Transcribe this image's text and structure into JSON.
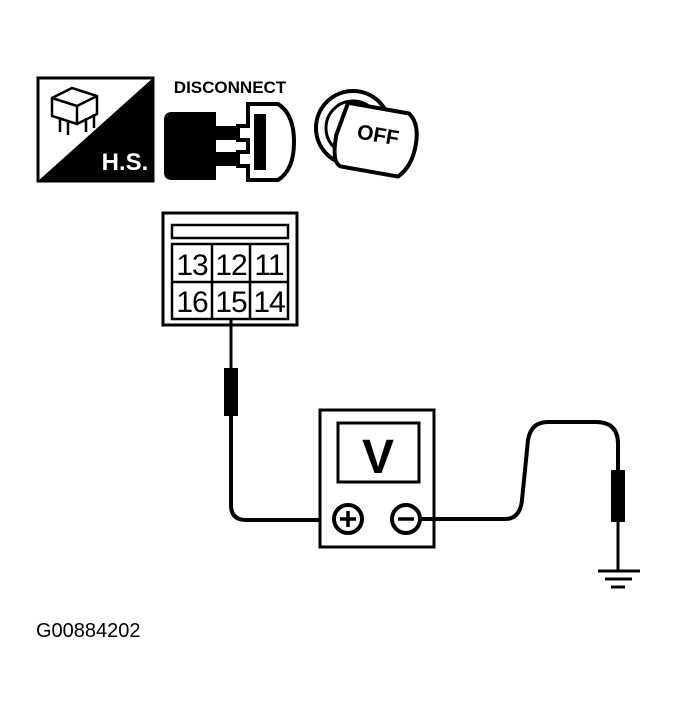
{
  "icons": {
    "harness_side": {
      "icon": "harness-side-icon",
      "label": "H.S."
    },
    "disconnect": {
      "icon": "disconnect-connector-icon",
      "label": "DISCONNECT"
    },
    "ignition": {
      "icon": "ignition-key-icon",
      "label": "OFF"
    }
  },
  "connector": {
    "icon": "harness-connector-icon",
    "pins_top": [
      "13",
      "12",
      "11"
    ],
    "pins_bottom": [
      "16",
      "15",
      "14"
    ]
  },
  "meter": {
    "icon": "voltmeter-icon",
    "label": "V",
    "positive": "positive-terminal-icon",
    "negative": "negative-terminal-icon"
  },
  "ground": {
    "icon": "ground-icon"
  },
  "figure_id": "G00884202"
}
